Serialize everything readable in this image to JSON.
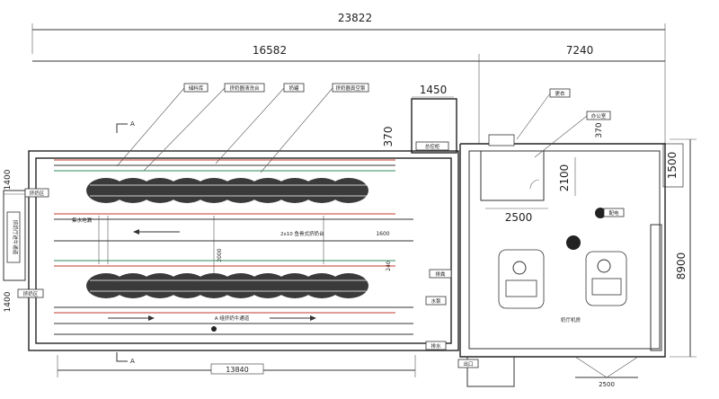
{
  "dimensions": {
    "total_width": "23822",
    "left_width": "16582",
    "right_width": "7240",
    "bottom_width": "13840",
    "bottom_right_width": "2500",
    "corridor": "1450",
    "height_370_left": "370",
    "height_370_right": "370",
    "height_2100": "2100",
    "width_2500": "2500",
    "height_1500": "1500",
    "height_8900": "8900",
    "left_1400_top": "1400",
    "left_1400_bottom": "1400",
    "small_1600": "1600",
    "center_2000": "2000",
    "center_240": "240"
  },
  "labels": {
    "top_1": "储料库",
    "top_2": "挤奶器清洗台",
    "top_3": "奶罐",
    "top_4": "挤奶器真空泵",
    "control": "总控柜",
    "mid_right": "2x10 鱼骨式挤奶台",
    "mid_left": "集水地漏",
    "left_col": "挤奶厅进牛通道",
    "bottom_a": "A 组挤奶牛通道",
    "room_r1": "更衣",
    "room_r2": "办公室",
    "room_r3": "奶厅机房",
    "room_r4": "配电",
    "exit": "出口",
    "water": "水泵",
    "drain": "排水",
    "left_small": "挤奶区",
    "left_small2": "挤奶区",
    "b1": "排粪"
  },
  "section_marks": {
    "a_top": "A",
    "a_bottom": "A"
  }
}
